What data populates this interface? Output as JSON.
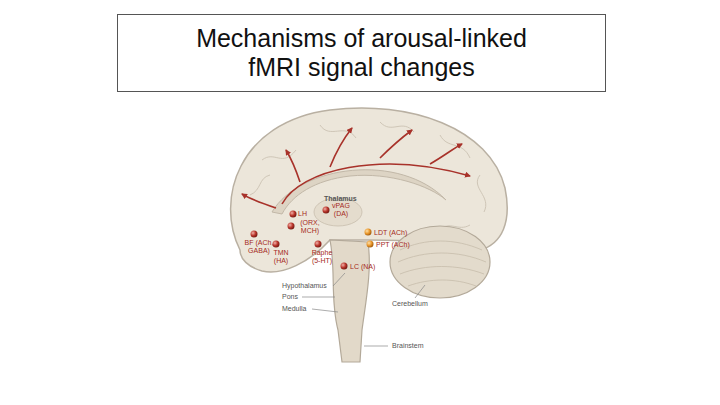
{
  "diagram": {
    "title": "Mechanisms of arousal-linked fMRI signal changes",
    "labels": [
      "Thalamus",
      "vPAG (DA)",
      "LH",
      "(ORX, MCH)",
      "BF (ACh, GABA)",
      "TMN (HA)",
      "Raphe (5-HT)",
      "LDT (ACh)",
      "PPT (ACh)",
      "LC (NA)",
      "Hypothalamus",
      "Pons",
      "Medulla",
      "Cerebellum",
      "Brainstem"
    ]
  }
}
